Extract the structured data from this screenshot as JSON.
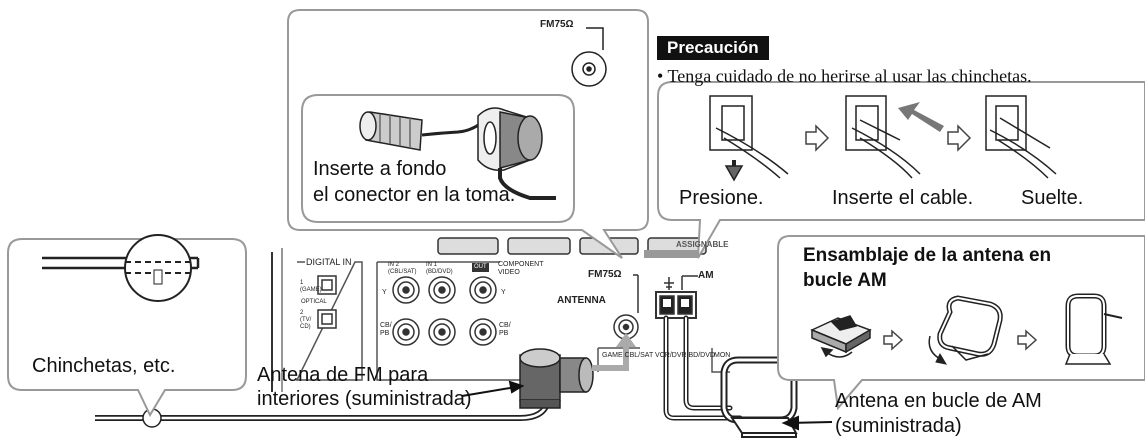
{
  "caution": {
    "badge": "Precaución",
    "bullet": "• Tenga cuidado de no herirse al usar las chinchetas."
  },
  "fm_inset": {
    "port_label": "FM75Ω",
    "instruction_line1": "Inserte a fondo",
    "instruction_line2": "el conector en la toma."
  },
  "steps": [
    {
      "label": "Presione."
    },
    {
      "label": "Inserte el cable."
    },
    {
      "label": "Suelte."
    }
  ],
  "thumbtack_inset": {
    "label": "Chinchetas, etc."
  },
  "am_assembly": {
    "title_line1": "Ensamblaje de la antena en",
    "title_line2": "bucle AM"
  },
  "fm_antenna": {
    "line1": "Antena de FM para",
    "line2": "interiores (suministrada)"
  },
  "am_antenna": {
    "line1": "Antena en bucle de AM",
    "line2": "(suministrada)"
  },
  "panel": {
    "assignable": "ASSIGNABLE",
    "digital_in": "DIGITAL IN",
    "optical": "OPTICAL",
    "game1": "1 (GAME)",
    "tvcd": "2 (TV/ CD)",
    "in2": "IN 2 (CBL/SAT)",
    "in1": "IN 1 (BD/DVD)",
    "out": "OUT",
    "component_video": "COMPONENT VIDEO",
    "y": "Y",
    "cbpb": "CB/ PB",
    "fm75": "FM75Ω",
    "antenna": "ANTENNA",
    "am": "AM",
    "hdmi_row": "GAME  CBL/SAT  VCR/DVR  BD/DVD",
    "mon": "MON"
  }
}
